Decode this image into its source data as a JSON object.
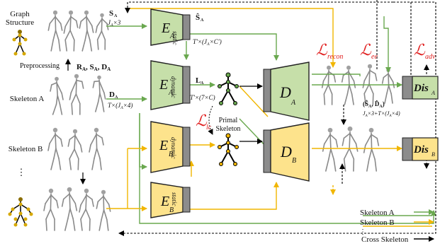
{
  "labels": {
    "graph_structure": [
      "Graph",
      "Structure"
    ],
    "preprocessing": "Preprocessing",
    "skeleton_a": "Skeleton A",
    "skeleton_b": "Skeleton B",
    "ellipsis": "⋮",
    "primal_skeleton": [
      "Primal",
      "Skeleton"
    ],
    "r_s_d": "R",
    "r_s_d_full": [
      "R",
      "A",
      ", S",
      "A",
      ", D",
      "A"
    ]
  },
  "encoders": {
    "ea_static": {
      "main": "E",
      "sup": "static",
      "sub": "A"
    },
    "ea_dynamic": {
      "main": "E",
      "sup": "dynamic",
      "sub": "A"
    },
    "eb_dynamic": {
      "main": "E",
      "sup": "dynamic",
      "sub": "B"
    },
    "eb_static": {
      "main": "E",
      "sup": "static",
      "sub": "B"
    }
  },
  "decoders": {
    "da": {
      "main": "D",
      "sub": "A"
    },
    "db": {
      "main": "D",
      "sub": "B"
    }
  },
  "discriminators": {
    "dis_a": {
      "main": "Dis",
      "sub": "A"
    },
    "dis_b": {
      "main": "Dis",
      "sub": "B"
    }
  },
  "signals": {
    "s_a": "S",
    "s_a_dim": "J",
    "s_hat": "Ŝ",
    "s_hat_dim": "T′×(J",
    "d_a": "D",
    "d_a_dim": "T×(J",
    "l_a": "L",
    "l_a_dim": "T′×(7×C)",
    "dis_input": "(Ŝ",
    "dis_input_dim": "J"
  },
  "losses": {
    "recon": {
      "main": "ℒ",
      "sub": "recon"
    },
    "ee": {
      "main": "ℒ",
      "sub": "ee"
    },
    "adv": {
      "main": "ℒ",
      "sub": "adv"
    },
    "lc": {
      "main": "ℒ",
      "sub": "lc"
    }
  },
  "legend": [
    {
      "label": "Skeleton A",
      "color": "#6aa84f"
    },
    {
      "label": "Skeleton B",
      "color": "#f1b600"
    },
    {
      "label": "Cross Skeleton",
      "color": "#000000"
    }
  ],
  "colors": {
    "green_fill": "#c6dfa9",
    "yellow_fill": "#fde38c",
    "gray": "#8c8c8c",
    "green_line": "#6aa84f",
    "yellow_line": "#f1b600",
    "loss_red": "#e02020"
  }
}
